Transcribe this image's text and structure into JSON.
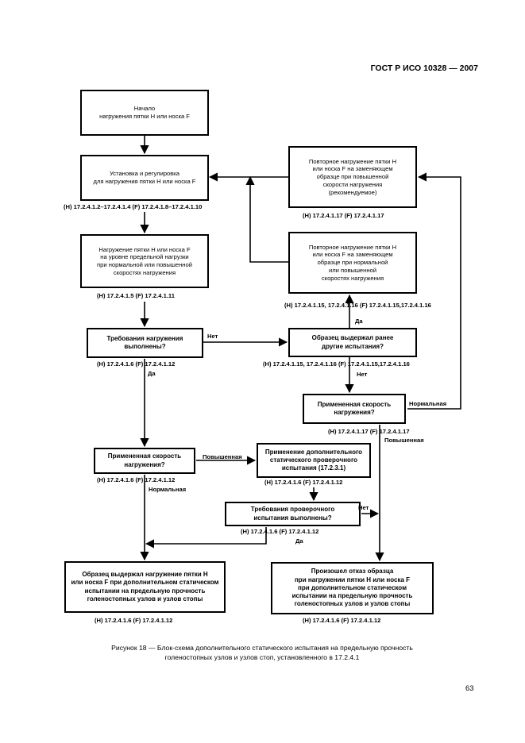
{
  "header": {
    "doc_id": "ГОСТ Р ИСО 10328 — 2007"
  },
  "boxes": {
    "start": "Начало\nнагружения пятки H или носка F",
    "install": "Установка и регулировка\nдля нагружения пятки H или носка F",
    "repeat_replace": "Повторное нагружение пятки H\nили носка F на заменяющем\nобразце при повышенной\nскорости нагружения\n(рекомендуемое)",
    "load_limit": "Нагружение пятки H или носка F\nна уровне предельной нагрузки\nпри нормальной или повышенной\nскоростях нагружения",
    "repeat_normal": "Повторное нагружение пятки H\nили носка F на заменяющем\nобразце при нормальной\nили повышенной\nскоростях нагружения",
    "req_met": "Требования нагружения\nвыполнены?",
    "sample_prev": "Образец выдержал ранее\nдругие испытания?",
    "rate_applied_1": "Примененная скорость\nнагружения?",
    "rate_applied_2": "Примененная скорость\nнагружения?",
    "extra_static": "Применение дополнительного\nстатического проверочного\nиспытания (17.2.3.1)",
    "proof_req_met": "Требования проверочного\nиспытания выполнены?",
    "withstood": "Образец выдержал нагружение пятки H\nили носка F при дополнительном статическом\nиспытании на предельную прочность\nголеностопных узлов и узлов стопы",
    "failure": "Произошел отказ образца\nпри нагружении пятки H или носка F\nпри дополнительном статическом\nиспытании на предельную прочность\nголеностопных узлов и узлов стопы"
  },
  "refs": {
    "install": "(H) 17.2.4.1.2–17.2.4.1.4   (F) 17.2.4.1.8–17.2.4.1.10",
    "repeat_replace": "(H) 17.2.4.1.17   (F) 17.2.4.1.17",
    "load_limit": "(H) 17.2.4.1.5   (F) 17.2.4.1.11",
    "repeat_normal": "(H) 17.2.4.1.15, 17.2.4.1.16  (F) 17.2.4.1.15,17.2.4.1.16",
    "req_met": "(H) 17.2.4.1.6   (F) 17.2.4.1.12",
    "sample_prev": "(H) 17.2.4.1.15, 17.2.4.1.16  (F) 17.2.4.1.15,17.2.4.1.16",
    "rate_applied_2": "(H) 17.2.4.1.17   (F) 17.2.4.1.17",
    "rate_applied_1": "(H) 17.2.4.1.6   (F) 17.2.4.1.12",
    "extra_static": "(H) 17.2.4.1.6   (F) 17.2.4.1.12",
    "proof_req_met": "(H) 17.2.4.1.6   (F) 17.2.4.1.12",
    "withstood": "(H) 17.2.4.1.6   (F) 17.2.4.1.12",
    "failure": "(H) 17.2.4.1.6   (F) 17.2.4.1.12"
  },
  "edge_labels": {
    "no_1": "Нет",
    "yes_1": "Да",
    "yes_2": "Да",
    "no_2": "Нет",
    "normal_1": "Нормальная",
    "increased_1": "Повышенная",
    "increased_2": "Повышенная",
    "normal_2": "Нормальная",
    "no_3": "Нет",
    "yes_3": "Да"
  },
  "caption": "Рисунок 18 — Блок-схема дополнительного статического испытания на предельную прочность\nголеностопных узлов и узлов стоп, установленного в 17.2.4.1",
  "page_number": "63"
}
